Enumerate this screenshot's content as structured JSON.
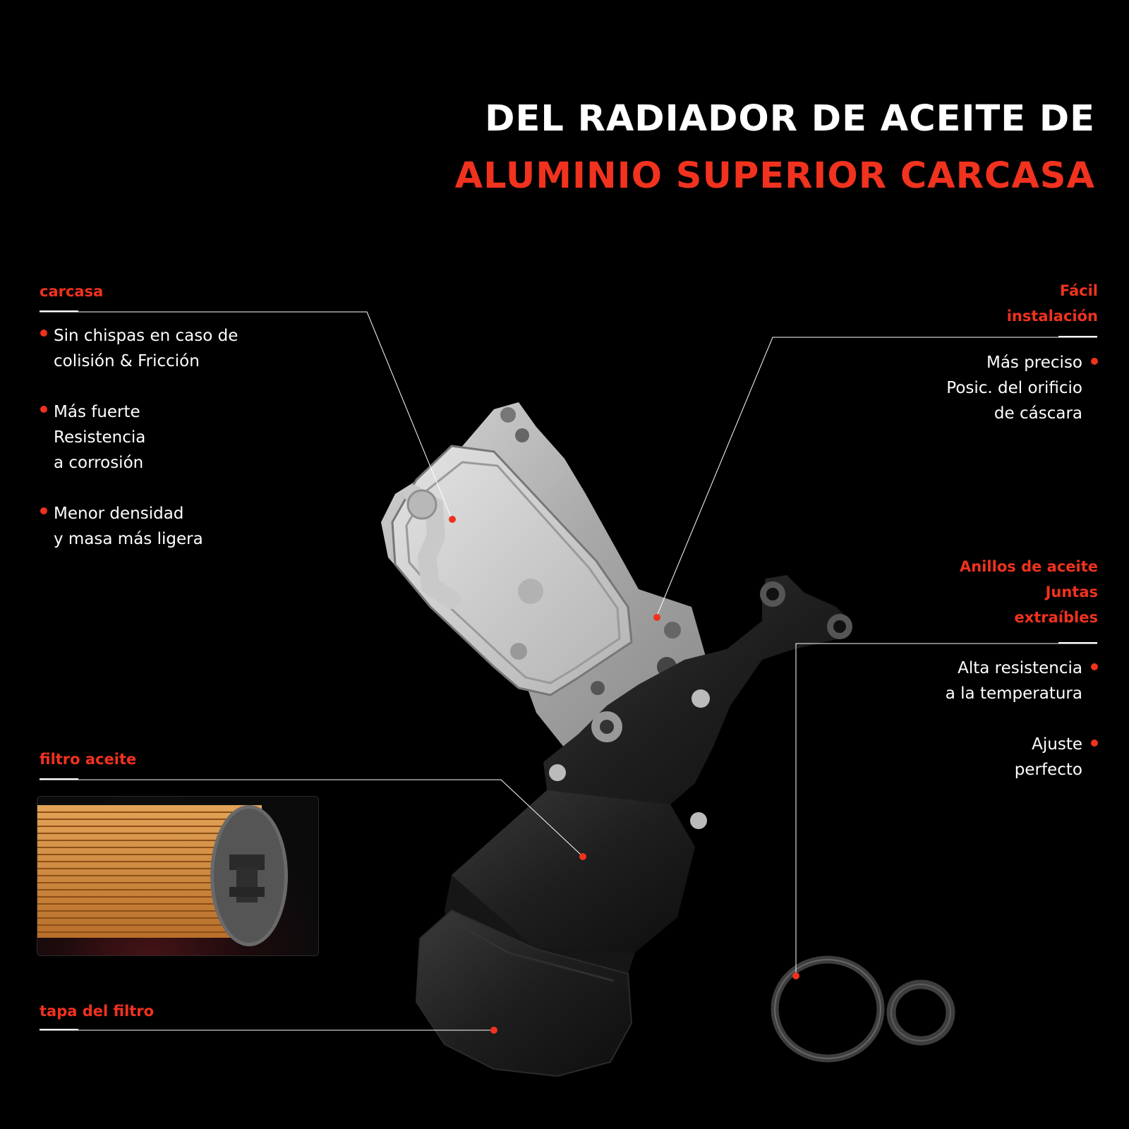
{
  "title": {
    "line1": "DEL RADIADOR DE ACEITE DE",
    "line2": "ALUMINIO SUPERIOR CARCASA"
  },
  "colors": {
    "accent": "#f0321e",
    "background": "#000000",
    "text": "#ffffff"
  },
  "sections": {
    "carcasa": {
      "heading": "carcasa",
      "bullets": [
        {
          "line1": "Sin chispas en caso de",
          "line2": "colisión & Fricción"
        },
        {
          "line1": "Más fuerte",
          "line2": "Resistencia",
          "line3": "a corrosión"
        },
        {
          "line1": "Menor densidad",
          "line2": "y masa más ligera"
        }
      ]
    },
    "instalacion": {
      "heading_line1": "Fácil",
      "heading_line2": "instalación",
      "bullets": [
        {
          "line1": "Más preciso",
          "line2": "Posic. del orificio",
          "line3": "de cáscara"
        }
      ]
    },
    "anillos": {
      "heading_line1": "Anillos de aceite",
      "heading_line2": "Juntas",
      "heading_line3": "extraíbles",
      "bullets": [
        {
          "line1": "Alta resistencia",
          "line2": "a la temperatura"
        },
        {
          "line1": "Ajuste",
          "line2": "perfecto"
        }
      ]
    },
    "filtro": {
      "heading": "filtro aceite"
    },
    "tapa": {
      "heading": "tapa del filtro"
    }
  },
  "images": {
    "product": "oil-cooler-housing-assembly",
    "filter": "oil-filter-element",
    "rings": "oil-seal-rings"
  }
}
